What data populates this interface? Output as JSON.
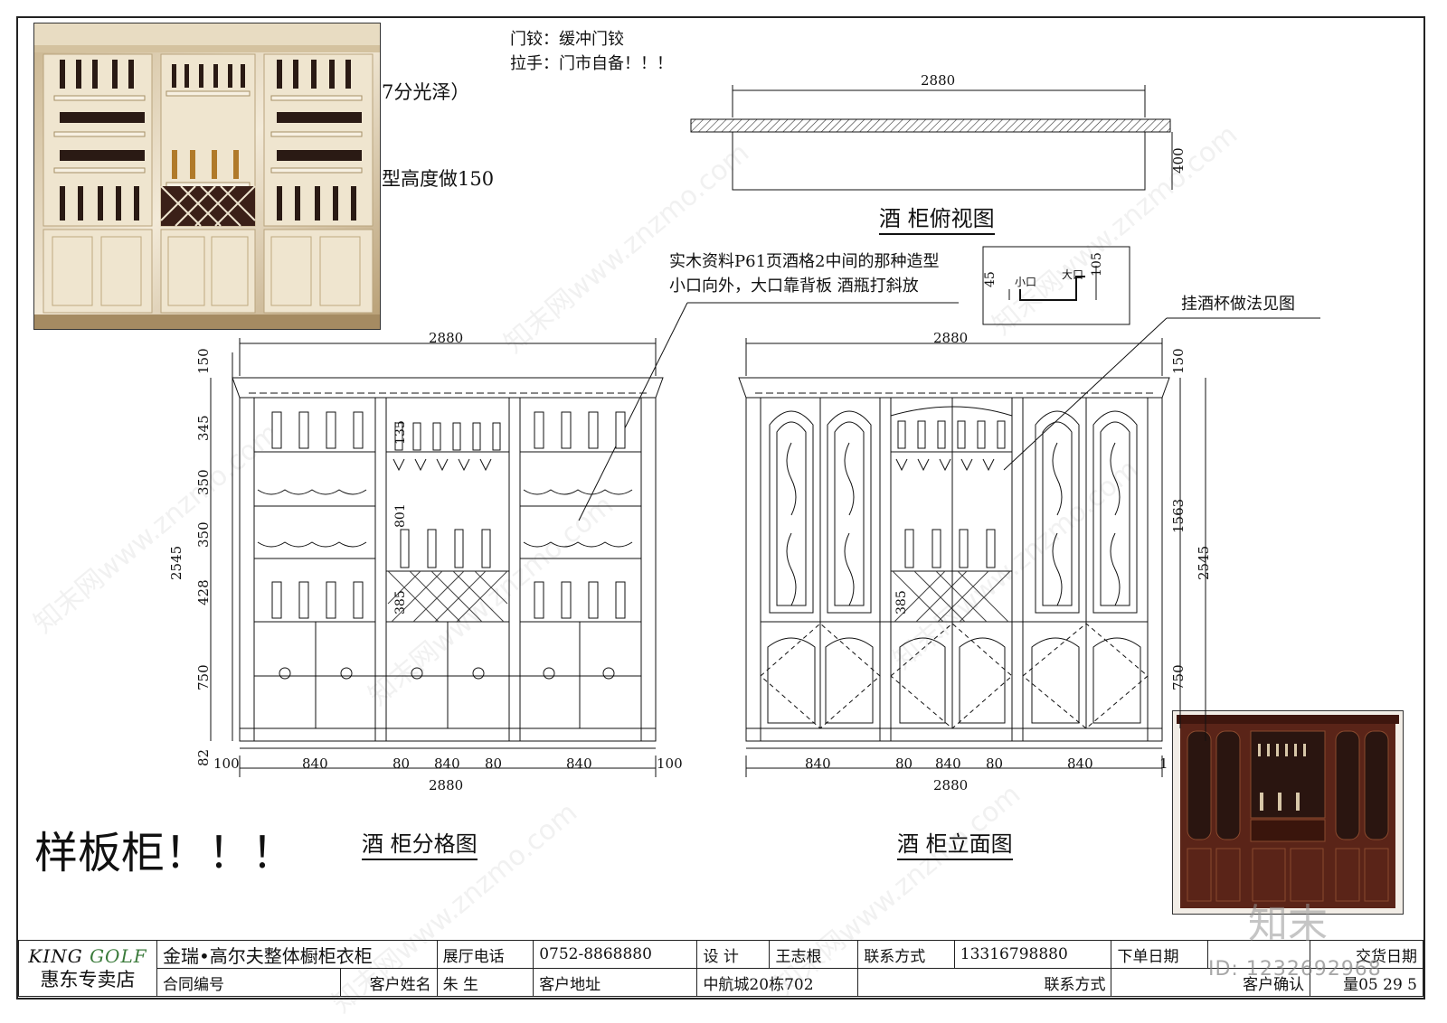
{
  "notes": {
    "hinge": "门铰：缓冲门铰",
    "handle": "拉手：门市自备！！！",
    "gloss": "7分光泽）",
    "height150": "型高度做150",
    "slot_material": "实木资料P61页酒格2中间的那种造型",
    "slot_orientation": "小口向外，大口靠背板  酒瓶打斜放",
    "glass_hanger": "挂酒杯做法见图",
    "sample": "样板柜！！！"
  },
  "slot_detail": {
    "dim_45": "45",
    "dim_105": "105",
    "small_opening": "小口",
    "large_opening": "大口"
  },
  "top_view": {
    "title": "酒   柜俯视图",
    "width": "2880",
    "depth": "400"
  },
  "division_view": {
    "title": "酒   柜分格图",
    "top_width": "2880",
    "bottom_width": "2880",
    "total_height": "2545",
    "heights": [
      "150",
      "345",
      "350",
      "350",
      "428",
      "750",
      "82"
    ],
    "widths": [
      "100",
      "840",
      "80",
      "840",
      "80",
      "840",
      "100"
    ],
    "inner_labels": [
      "135",
      "801",
      "385"
    ]
  },
  "elevation_view": {
    "title": "酒   柜立面图",
    "top_width": "2880",
    "bottom_width": "2880",
    "total_height": "2545",
    "heights": [
      "150",
      "1563",
      "750"
    ],
    "widths": [
      "840",
      "80",
      "840",
      "80",
      "840",
      "1"
    ],
    "inner_labels": [
      "385"
    ]
  },
  "title_block": {
    "logo_king": "KING",
    "logo_golf": "GOLF",
    "store": "惠东专卖店",
    "company": "金瑞•高尔夫整体橱柜衣柜",
    "showroom_phone_label": "展厅电话",
    "showroom_phone": "0752-8868880",
    "designer_label": "设    计",
    "designer": "王志根",
    "contact_label": "联系方式",
    "contact_phone": "13316798880",
    "order_date_label": "下单日期",
    "delivery_date_label": "交货日期",
    "contract_no_label": "合同编号",
    "customer_name_label": "客户姓名",
    "customer_name": "朱  生",
    "customer_address_label": "客户地址",
    "customer_address": "中航城20栋702",
    "contact_label_2": "联系方式",
    "customer_confirm_label": "客户确认",
    "partial_text": "量05  29 5"
  },
  "branding": {
    "mark": "知末",
    "id": "ID: 1232692968",
    "watermark": "知末网www.znzmo.com"
  },
  "colors": {
    "line": "#111111",
    "photo_cream": "#ece3cf",
    "photo_wood": "#5a2418"
  }
}
